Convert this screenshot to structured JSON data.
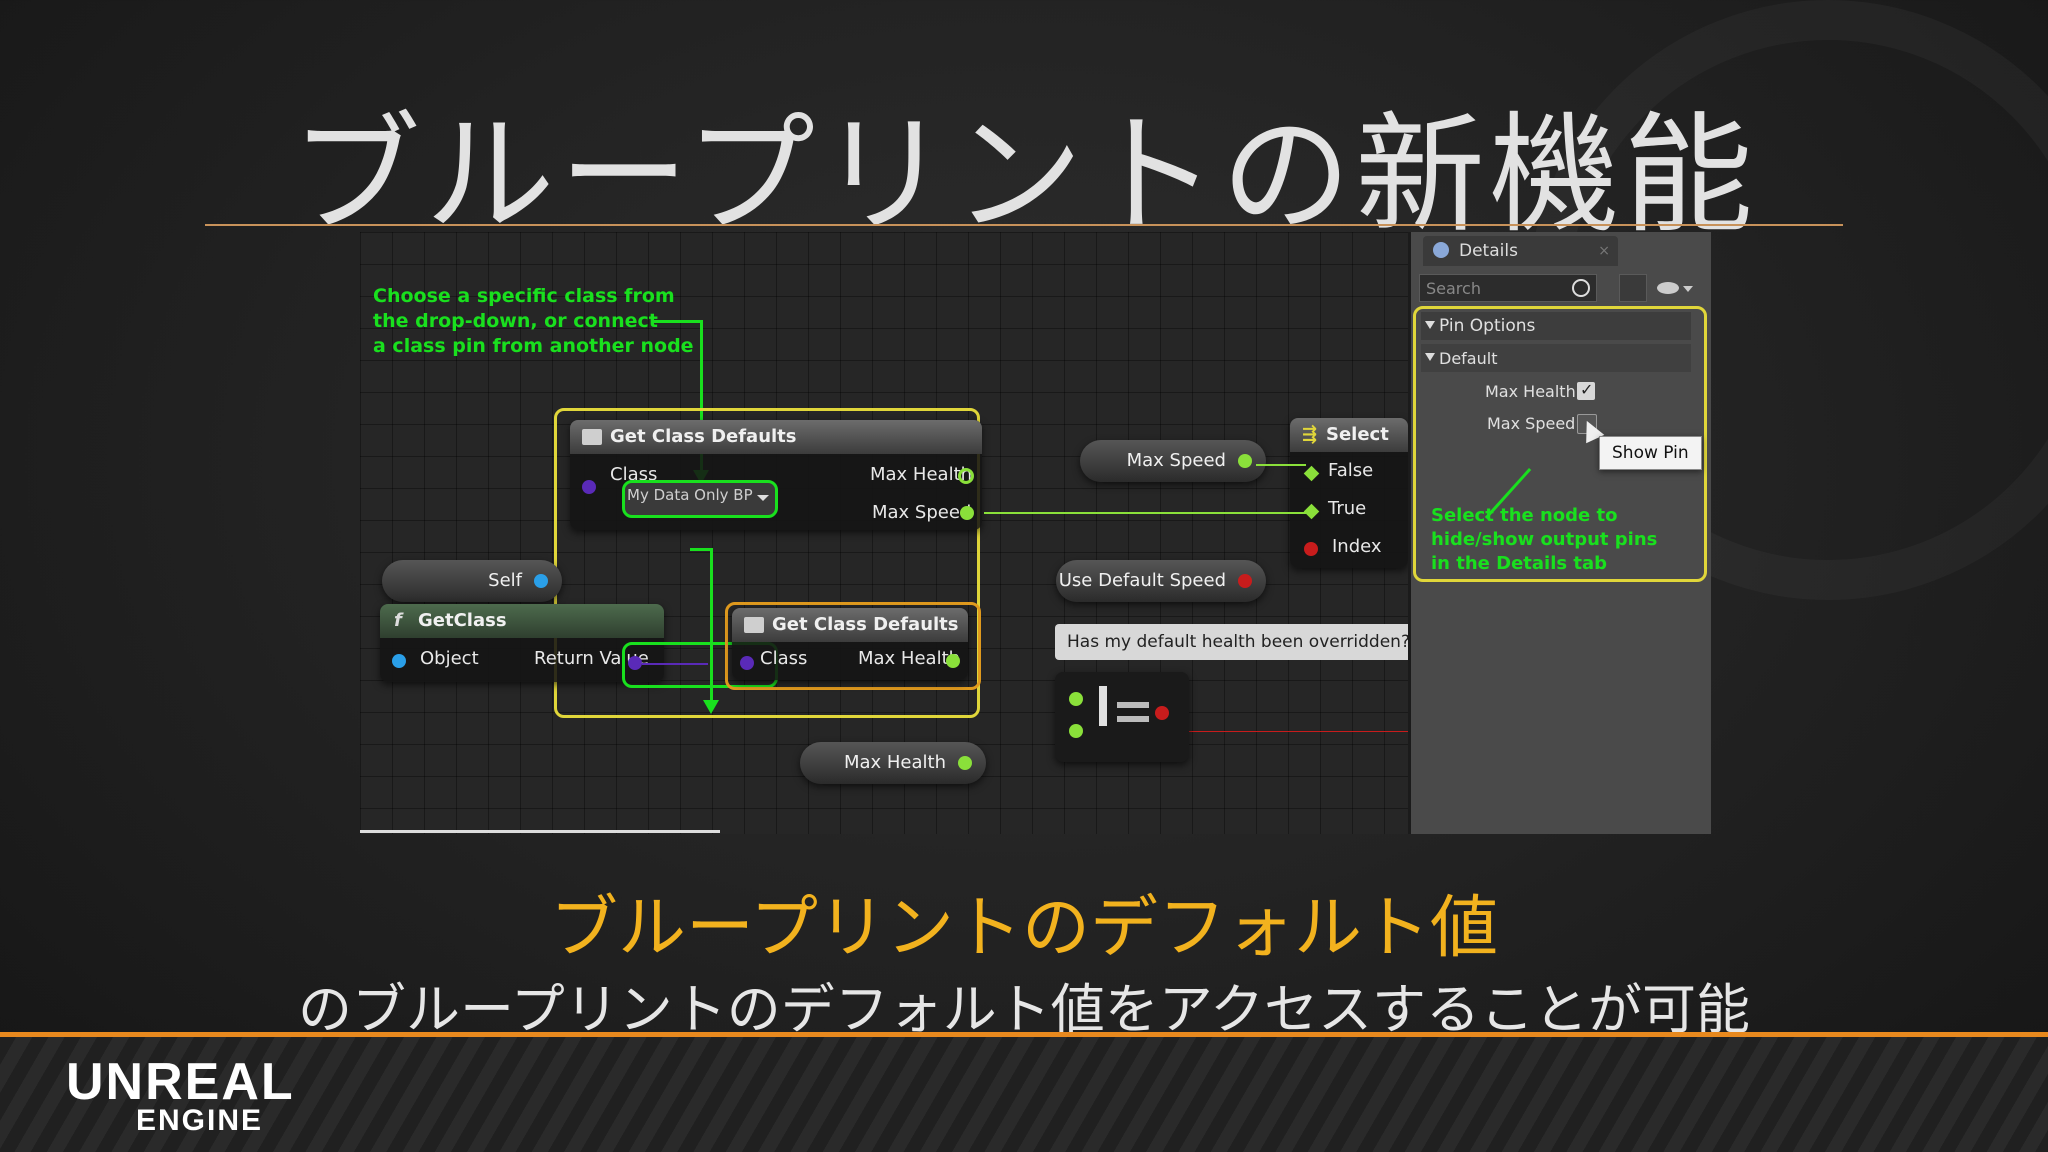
{
  "slide": {
    "title": "ブループリントの新機能",
    "subtitle_main": "ブループリントのデフォルト値",
    "subtitle_sub": "のブループリントのデフォルト値をアクセスすることが可能",
    "logo_line1": "UNREAL",
    "logo_line2": "ENGINE"
  },
  "notes": {
    "top_line1": "Choose a specific class from",
    "top_line2": "the drop-down, or connect",
    "top_line3": "a class pin from another node",
    "right_line1": "Select the node to",
    "right_line2": "hide/show output pins",
    "right_line3": "in the Details tab"
  },
  "graph": {
    "gcd1": {
      "title": "Get Class Defaults",
      "class_label": "Class",
      "class_value": "My Data Only BP",
      "out1": "Max Health",
      "out2": "Max Speed"
    },
    "gcd2": {
      "title": "Get Class Defaults",
      "class_label": "Class",
      "out1": "Max Health"
    },
    "get_class": {
      "title": "GetClass",
      "in_label": "Object",
      "out_label": "Return Value"
    },
    "self_node": "Self",
    "max_speed_var": "Max Speed",
    "use_default_speed_var": "Use Default Speed",
    "max_health_var": "Max Health",
    "select_node": {
      "title": "Select",
      "false_label": "False",
      "true_label": "True",
      "index_label": "Index"
    },
    "comment": "Has my default health been overridden?"
  },
  "details": {
    "tab_label": "Details",
    "search_placeholder": "Search",
    "pin_options": "Pin Options",
    "default_group": "Default",
    "max_health_label": "Max Health",
    "max_speed_label": "Max Speed",
    "tooltip": "Show Pin"
  },
  "colors": {
    "accent_orange": "#e8891e",
    "subtitle_yellow": "#f2b21e",
    "annotation_green": "#19e01e",
    "highlight_yellow": "#e0d63a"
  }
}
